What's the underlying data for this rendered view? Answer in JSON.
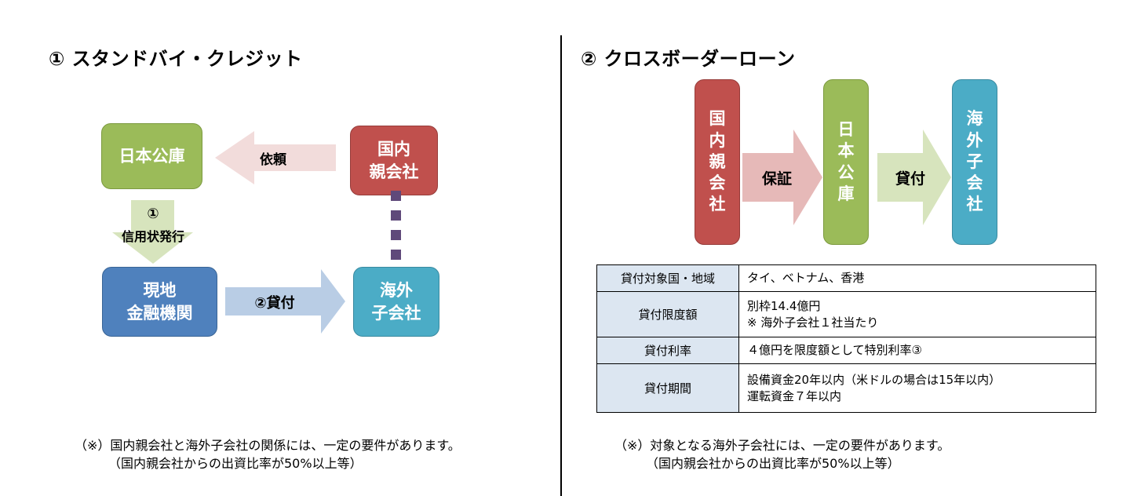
{
  "left": {
    "title": "① スタンドバイ・クレジット",
    "box_jfc": "日本公庫",
    "box_parent": "国内\n親会社",
    "box_bank": "現地\n金融機関",
    "box_sub": "海外\n子会社",
    "arrow_request": "依頼",
    "arrow_issue_num": "①",
    "arrow_issue": "信用状発行",
    "arrow_loan": "②貸付",
    "note_line1": "（※）国内親会社と海外子会社の関係には、一定の要件があります。",
    "note_line2": "（国内親会社からの出資比率が50%以上等）"
  },
  "right": {
    "title": "② クロスボーダーローン",
    "box_parent": "国\n内\n親\n会\n社",
    "box_jfc": "日\n本\n公\n庫",
    "box_sub": "海\n外\n子\n会\n社",
    "arrow_guarantee": "保証",
    "arrow_loan": "貸付",
    "table": [
      {
        "label": "貸付対象国・地域",
        "value": "タイ、ベトナム、香港"
      },
      {
        "label": "貸付限度額",
        "value": "別枠14.4億円\n※ 海外子会社１社当たり"
      },
      {
        "label": "貸付利率",
        "value": "４億円を限度額として特別利率③"
      },
      {
        "label": "貸付期間",
        "value": "設備資金20年以内（米ドルの場合は15年以内）\n運転資金７年以内"
      }
    ],
    "note_line1": "（※）対象となる海外子会社には、一定の要件があります。",
    "note_line2": "（国内親会社からの出資比率が50%以上等）"
  },
  "colors": {
    "green": "#9bbb59",
    "red": "#c0504d",
    "blue": "#4f81bd",
    "teal": "#4bacc6",
    "dotted_link": "#5f497a",
    "table_header_bg": "#dce6f1"
  }
}
